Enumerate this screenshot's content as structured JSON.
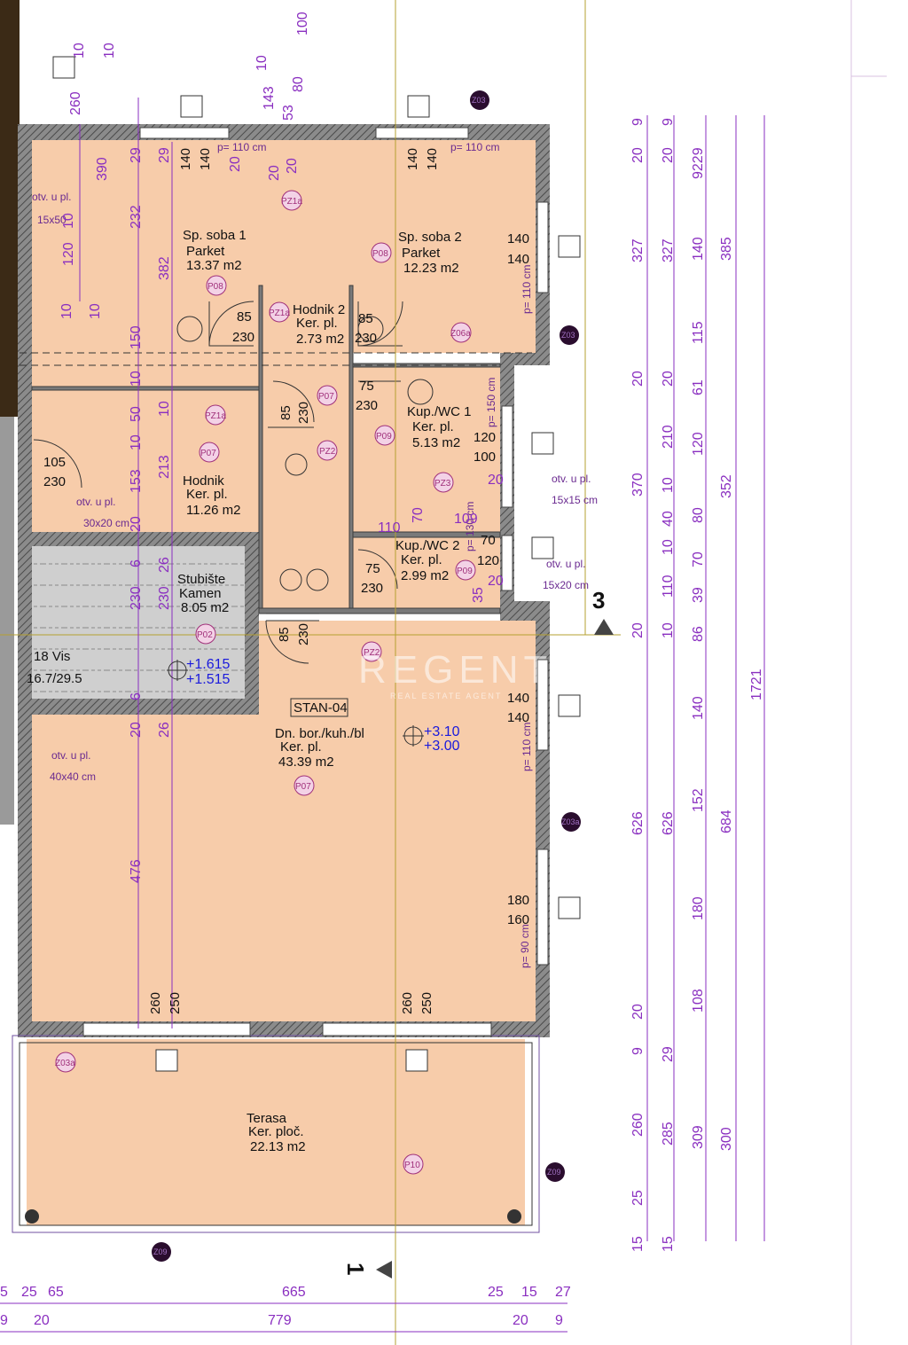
{
  "watermark": {
    "brand": "REGENT",
    "sub": "REAL ESTATE AGENT"
  },
  "unit_label": "STAN-04",
  "axis_markers": [
    "3",
    "1"
  ],
  "rooms": [
    {
      "name": "Sp. soba 1",
      "floor": "Parket",
      "area": "13.37 m2",
      "tag": "P08"
    },
    {
      "name": "Sp. soba 2",
      "floor": "Parket",
      "area": "12.23 m2",
      "tag": "P08"
    },
    {
      "name": "Hodnik 2",
      "floor": "Ker. pl.",
      "area": "2.73 m2",
      "tag": "P07"
    },
    {
      "name": "Kup./WC 1",
      "floor": "Ker. pl.",
      "area": "5.13 m2",
      "tag": "P09"
    },
    {
      "name": "Hodnik",
      "floor": "Ker. pl.",
      "area": "11.26 m2",
      "tag": "P07"
    },
    {
      "name": "Kup./WC 2",
      "floor": "Ker. pl.",
      "area": "2.99 m2",
      "tag": "P09"
    },
    {
      "name": "Stubište",
      "floor": "Kamen",
      "area": "8.05 m2",
      "tag": "P02"
    },
    {
      "name": "Dn. bor./kuh./bl",
      "floor": "Ker. pl.",
      "area": "43.39 m2",
      "tag": "P07"
    },
    {
      "name": "Terasa",
      "floor": "Ker. ploč.",
      "area": "22.13 m2",
      "tag": "P10"
    }
  ],
  "stairs": {
    "label": "18 Vis",
    "ratio": "16.7/29.5",
    "level_top": "+1.615",
    "level_bottom": "+1.515"
  },
  "levels": {
    "top": "+3.10",
    "bottom": "+3.00"
  },
  "openings": [
    {
      "label": "otv. u pl.",
      "size": "15x50"
    },
    {
      "label": "otv. u pl.",
      "size": "30x20 cm"
    },
    {
      "label": "otv. u pl.",
      "size": "15x15 cm"
    },
    {
      "label": "otv. u pl.",
      "size": "15x20 cm"
    },
    {
      "label": "otv. u pl.",
      "size": "40x40 cm"
    }
  ],
  "parapets": [
    "p= 110 cm",
    "p= 110 cm",
    "p= 110 cm",
    "p= 150 cm",
    "p= 130 cm",
    "p= 110 cm",
    "p= 90 cm"
  ],
  "tags": {
    "pz": [
      "PZ1a",
      "PZ1a",
      "PZ1a",
      "PZ2",
      "PZ3",
      "PZ2",
      "P07",
      "P09"
    ],
    "z": [
      "Z03",
      "Z03",
      "Z06a",
      "Z03a",
      "Z03a",
      "Z09",
      "Z09"
    ]
  },
  "door_dims": [
    {
      "w": "85",
      "h": "230"
    },
    {
      "w": "85",
      "h": "230"
    },
    {
      "w": "75",
      "h": "230"
    },
    {
      "w": "85",
      "h": "230"
    },
    {
      "w": "105",
      "h": "230"
    },
    {
      "w": "75",
      "h": "230"
    },
    {
      "w": "85",
      "h": "230"
    }
  ],
  "window_dims": [
    {
      "a": "140",
      "b": "140"
    },
    {
      "a": "140",
      "b": "140"
    },
    {
      "a": "140",
      "b": "140"
    },
    {
      "a": "120",
      "b": "100"
    },
    {
      "a": "70",
      "b": "120"
    },
    {
      "a": "140",
      "b": "140"
    },
    {
      "a": "180",
      "b": "160"
    },
    {
      "a": "260",
      "b": "250"
    },
    {
      "a": "260",
      "b": "250"
    }
  ],
  "vertical_dims": {
    "col1": [
      "9",
      "20",
      "327",
      "20",
      "370",
      "20",
      "626",
      "20",
      "9",
      "260",
      "25",
      "15"
    ],
    "col2": [
      "9",
      "20",
      "327",
      "20",
      "210",
      "10",
      "40",
      "10",
      "110",
      "10",
      "626",
      "29",
      "285",
      "15"
    ],
    "col3": [
      "9229",
      "140",
      "115",
      "61",
      "120",
      "80",
      "70",
      "39",
      "86",
      "140",
      "152",
      "180",
      "108",
      "309"
    ],
    "col4": [
      "385",
      "352",
      "684",
      "300"
    ],
    "col5": [
      "1721"
    ]
  },
  "top_dims": [
    "10",
    "10",
    "100",
    "260",
    "143",
    "53",
    "80",
    "10",
    "390",
    "232",
    "382",
    "120",
    "10",
    "10",
    "10",
    "29",
    "29",
    "20",
    "20",
    "20",
    "150",
    "10",
    "50",
    "10",
    "213",
    "153",
    "10",
    "20",
    "6",
    "26",
    "230",
    "230",
    "6",
    "20",
    "26",
    "476",
    "110",
    "70",
    "109",
    "20",
    "35",
    "20"
  ],
  "bottom_dims": {
    "row1": [
      "5",
      "25",
      "65",
      "665",
      "25",
      "15",
      "27"
    ],
    "row2": [
      "9",
      "20",
      "779",
      "20",
      "9"
    ]
  }
}
